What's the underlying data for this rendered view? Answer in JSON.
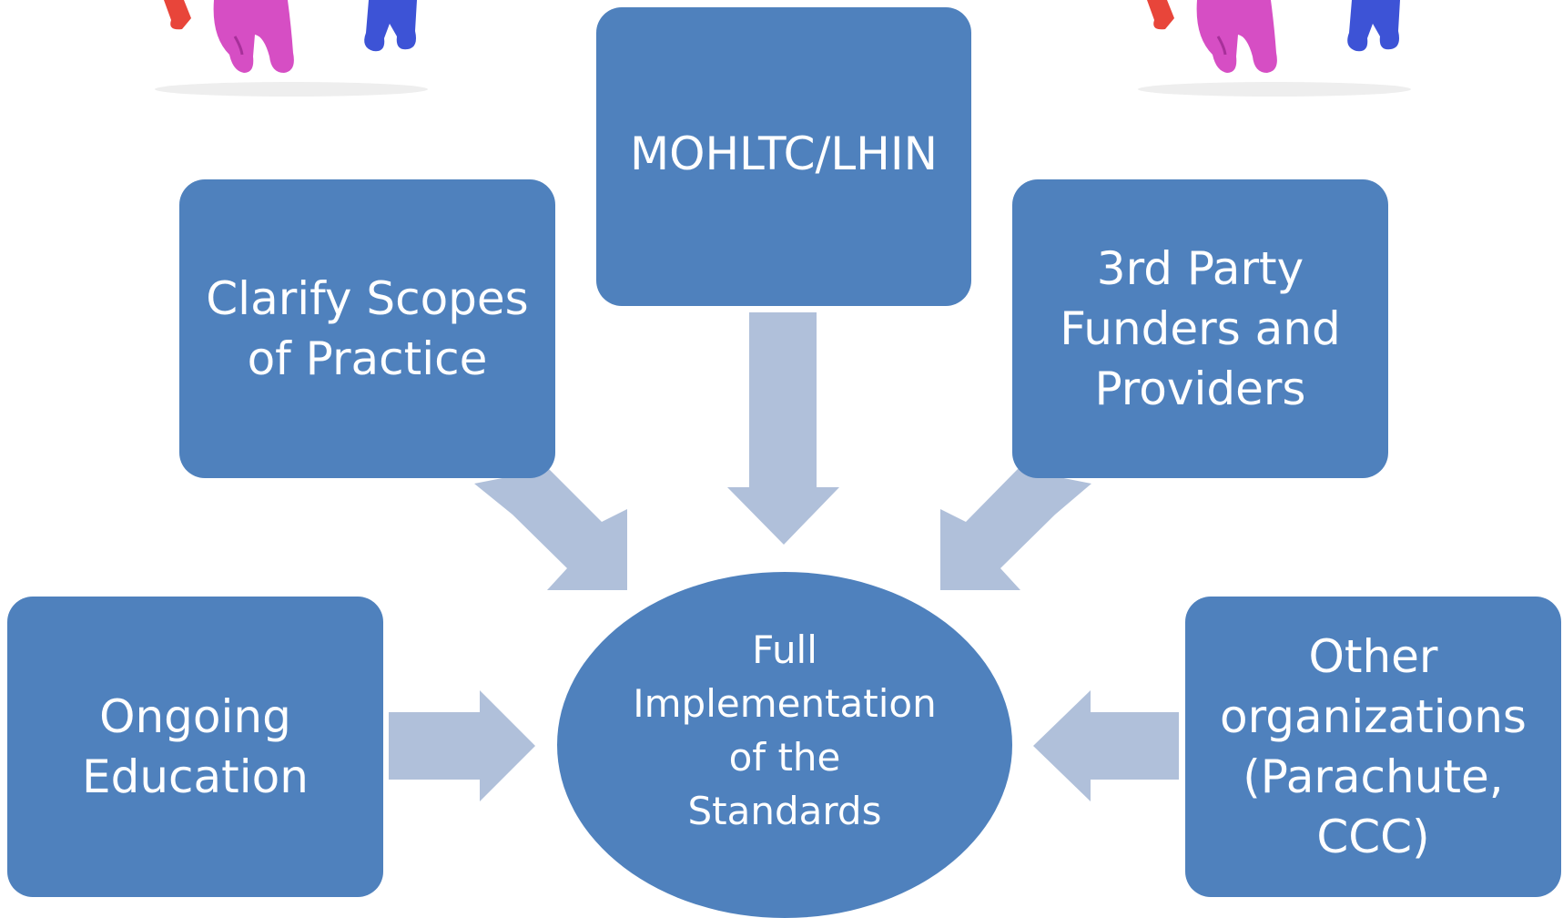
{
  "colors": {
    "box": "#4f81bd",
    "arrow": "#b0c0da",
    "text": "#ffffff"
  },
  "nodes": {
    "top": "MOHLTC/LHIN",
    "top_left": "Clarify Scopes\nof Practice",
    "top_right": "3rd  Party\nFunders and\nProviders",
    "bottom_left": "Ongoing\nEducation",
    "bottom_right": "Other\norganizations\n(Parachute,\nCCC)",
    "center": "Full\nImplementation\nof the\nStandards"
  },
  "decorations": {
    "left_figure": "clay-people-figure",
    "right_figure": "clay-people-figure"
  }
}
